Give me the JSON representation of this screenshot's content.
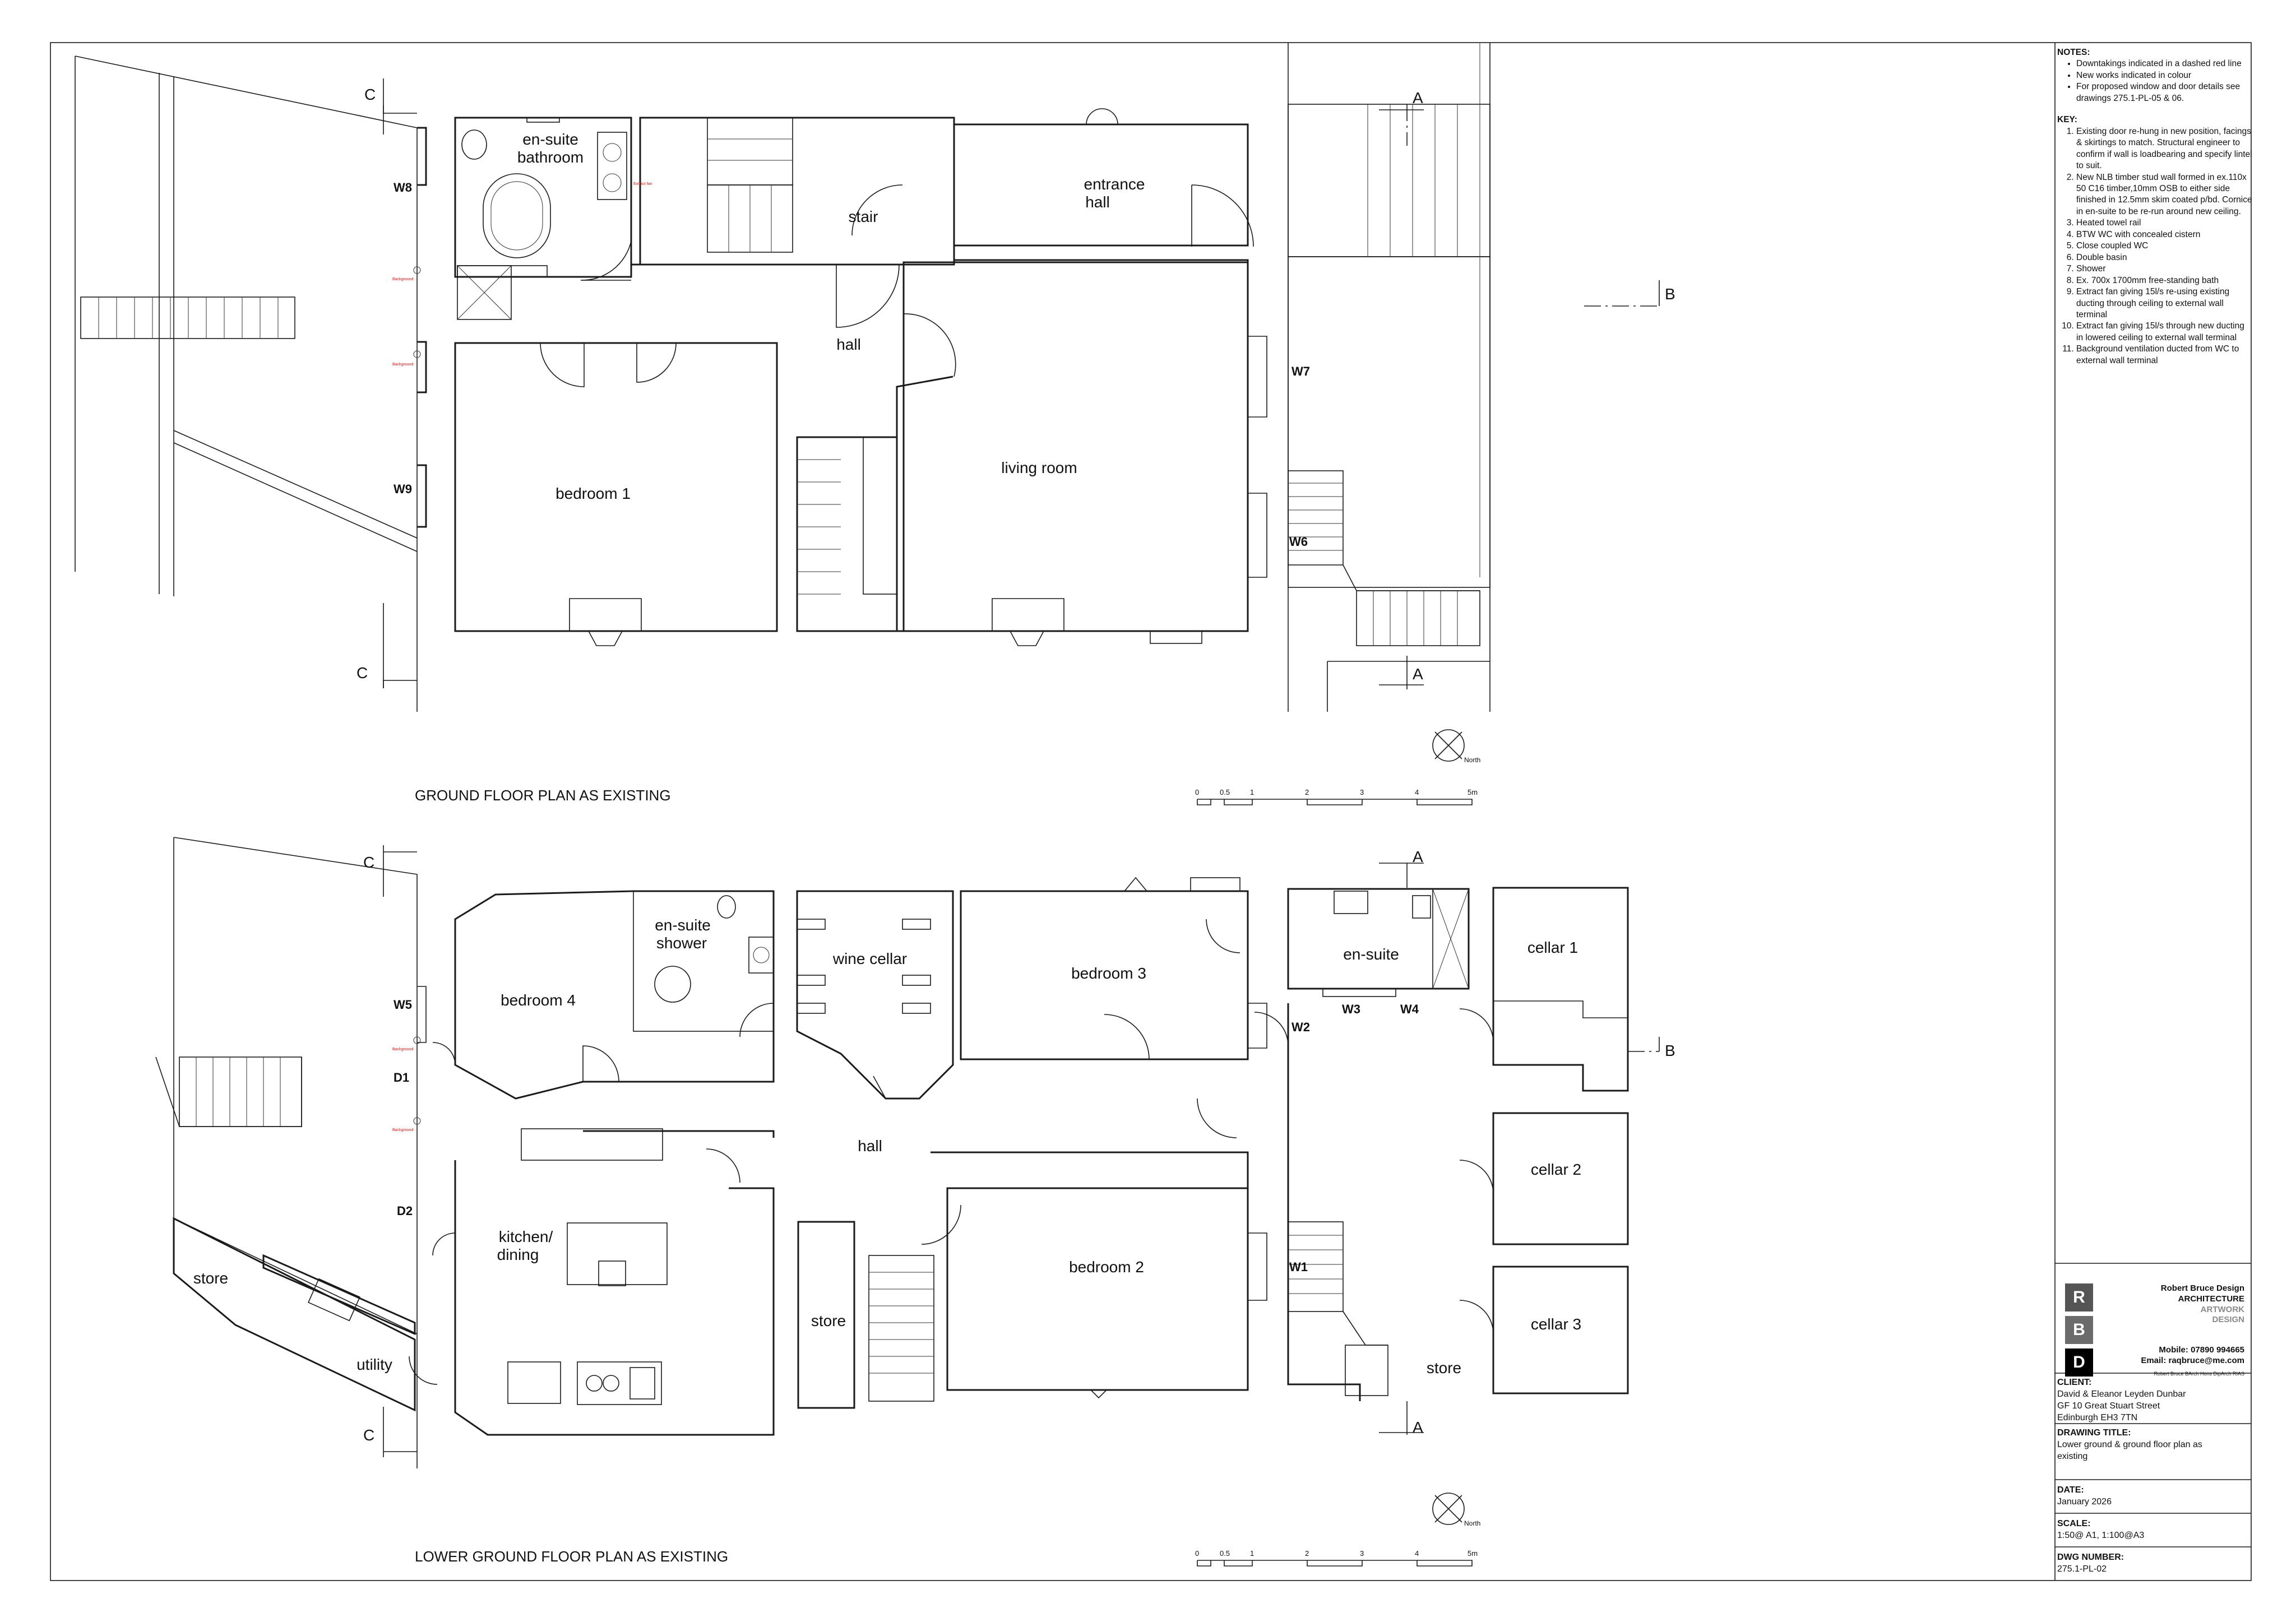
{
  "ground_floor": {
    "title": "GROUND FLOOR PLAN AS EXISTING",
    "rooms": {
      "ensuite_bathroom_1": "en-suite",
      "ensuite_bathroom_2": "bathroom",
      "stair": "stair",
      "entrance_hall_1": "entrance",
      "entrance_hall_2": "hall",
      "hall": "hall",
      "bedroom1": "bedroom 1",
      "living_room": "living room"
    },
    "window_labels": [
      "W8",
      "W9",
      "W7",
      "W6"
    ],
    "section_marks": {
      "c_top": "C",
      "c_bottom": "C",
      "a_top": "A",
      "a_bottom": "A",
      "b": "B"
    },
    "north": "North",
    "scale_ticks": [
      "0",
      "0.5",
      "1",
      "2",
      "3",
      "4",
      "5m"
    ]
  },
  "lower_ground_floor": {
    "title": "LOWER GROUND FLOOR PLAN AS EXISTING",
    "rooms": {
      "ensuite_shower_1": "en-suite",
      "ensuite_shower_2": "shower",
      "bedroom4": "bedroom 4",
      "wine_cellar": "wine cellar",
      "bedroom3": "bedroom 3",
      "ensuite": "en-suite",
      "cellar1": "cellar 1",
      "cellar2": "cellar 2",
      "cellar3": "cellar 3",
      "hall": "hall",
      "kitchen_1": "kitchen/",
      "kitchen_2": "dining",
      "store_left": "store",
      "utility": "utility",
      "store_mid": "store",
      "bedroom2": "bedroom 2",
      "store_right": "store"
    },
    "window_labels": [
      "W5",
      "D1",
      "D2",
      "W3",
      "W4",
      "W2",
      "W1"
    ],
    "section_marks": {
      "c_top": "C",
      "c_bottom": "C",
      "a_top": "A",
      "a_bottom": "A",
      "b": "B"
    },
    "north": "North",
    "scale_ticks": [
      "0",
      "0.5",
      "1",
      "2",
      "3",
      "4",
      "5m"
    ]
  },
  "notes": {
    "heading": "NOTES:",
    "items": [
      "Downtakings indicated in a dashed red line",
      "New works indicated in colour",
      "For proposed window and door details see drawings 275.1-PL-05 & 06."
    ]
  },
  "key": {
    "heading": "KEY:",
    "items": [
      "Existing door re-hung in new position, facings & skirtings to match. Structural engineer to confirm if wall is loadbearing and specify lintel to suit.",
      "New NLB timber stud wall formed in ex.110x 50 C16 timber,10mm OSB to either side finished in 12.5mm skim coated p/bd. Cornice in en-suite to be re-run around new ceiling.",
      "Heated towel rail",
      "BTW WC with concealed cistern",
      "Close coupled WC",
      "Double basin",
      "Shower",
      "Ex. 700x 1700mm free-standing bath",
      "Extract fan giving 15l/s re-using existing ducting through ceiling to external wall terminal",
      "Extract fan giving 15l/s through new ducting in lowered ceiling to external wall terminal",
      "Background ventilation ducted from WC to external wall terminal"
    ]
  },
  "firm": {
    "letters": [
      "R",
      "B",
      "D"
    ],
    "name": "Robert Bruce Design",
    "line2": "ARCHITECTURE",
    "line3": "ARTWORK",
    "line4": "DESIGN",
    "mobile": "Mobile: 07890 994665",
    "email": "Email: raqbruce@me.com",
    "credits": "Robert Bruce     BArch Hons DipArch     RIAS",
    "colors": {
      "r": "#555555",
      "b": "#6b6b6b",
      "d": "#000000",
      "accent": "#8a8a8a"
    }
  },
  "client": {
    "heading": "CLIENT:",
    "lines": [
      "David & Eleanor Leyden Dunbar",
      "GF 10 Great Stuart Street",
      "Edinburgh EH3 7TN"
    ]
  },
  "drawing_title": {
    "heading": "DRAWING TITLE:",
    "lines": [
      "Lower ground & ground floor plan as",
      "existing"
    ]
  },
  "date": {
    "heading": "DATE:",
    "value": "January 2026"
  },
  "scale": {
    "heading": "SCALE:",
    "value": "1:50@ A1, 1:100@A3"
  },
  "dwg": {
    "heading": "DWG NUMBER:",
    "value": "275.1-PL-02"
  }
}
